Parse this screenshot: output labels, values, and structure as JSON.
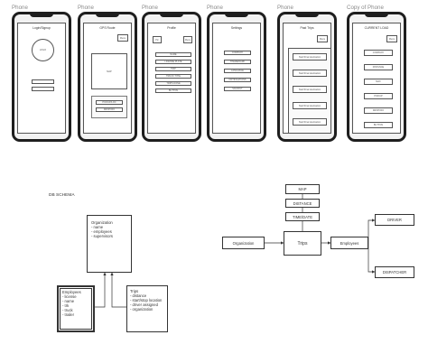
{
  "phones": [
    {
      "label": "Phone",
      "screen_title": "Login/Signup",
      "logo": "LOGO"
    },
    {
      "label": "Phone",
      "screen_title": "GPS Route",
      "corner_button": "Menu",
      "map": "MAP",
      "pickup": "PICKUP/LOC",
      "dropoff": "DROPOFF"
    },
    {
      "label": "Phone",
      "screen_title": "Profile",
      "left_button": "Pic",
      "right_button": "Menu",
      "fields": [
        "NAME",
        "LICENSE PLATE",
        "TRIP",
        "TRUCK TYPE",
        "TRIPS DONE",
        "BUTTON"
      ]
    },
    {
      "label": "Phone",
      "screen_title": "Settings",
      "options": [
        "COMPANY",
        "THEME/DARK",
        "LANGUAGE",
        "NOTIFICATIONS",
        "SIGNOUT"
      ]
    },
    {
      "label": "Phone",
      "screen_title": "Past Trips",
      "corner_button": "Menu",
      "trips": [
        "Start/Final destination",
        "Start/Final destination",
        "Start/Final destination",
        "Start/Final destination",
        "Start/Final destination"
      ]
    },
    {
      "label": "Copy of Phone",
      "screen_title": "CURRENT LOAD",
      "corner_button": "Menu",
      "fields": [
        "COMPANY",
        "DISTANCE",
        "MAX",
        "PICKUP",
        "DROPOFF",
        "BUTTON"
      ]
    }
  ],
  "db_schema": {
    "title": "DB SCHEMA",
    "organization_lines": [
      "Organization",
      "- name",
      "- employees",
      "- supervisors"
    ],
    "employees_lines": [
      "Employees",
      "- license",
      "- name",
      "- trk",
      "- truck",
      "- trailer"
    ],
    "trips_lines": [
      "Trips",
      "- distance",
      "- start/stop location",
      "- driver assigned",
      "- organization"
    ]
  },
  "flow": {
    "map": "MAP",
    "distance": "DISTANCE",
    "time_date": "TIME/DATE",
    "trips": "Trips",
    "organization": "Organization",
    "employees": "Employees",
    "driver": "DRIVER",
    "dispatcher": "DISPATCHER"
  }
}
